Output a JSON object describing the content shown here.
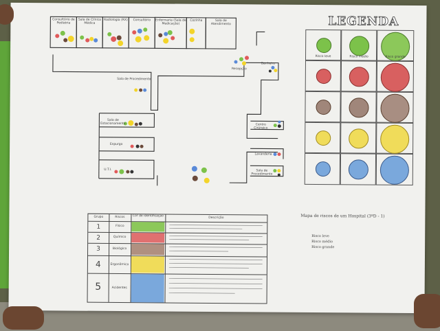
{
  "poster": {
    "legend_title": "LEGENDA",
    "map_title": "Mapa de riscos de um Hospital (3ºD - 1)",
    "rooms": {
      "consultorio_pediatria": "Consultório de Pediatria",
      "sala_clinica_medica": "Sala de Clínica Médica",
      "radiologia": "Radiologia (RX)",
      "consultorio": "Consultório",
      "enfermaria": "Enfermaria (Sala de Medicação)",
      "cozinha": "Cozinha",
      "sala_atendimento": "Sala de Atendimento",
      "recepcao": "Recepção",
      "banheiro": "Banheiro",
      "sala_procedimento_1": "Sala de Procedimento",
      "sala_estacionamento": "Sala de Estacionamento",
      "uti": "U.T.I.",
      "expurgo": "Expurgo",
      "centro_cirurgico": "Centro Cirúrgico",
      "lavanderia": "Lavanderia",
      "sala_procedimento_2": "Sala de Procedimento"
    },
    "legend_colors": [
      "#7cc24a",
      "#e05a5a",
      "#8a6a5a",
      "#f3d42a",
      "#5a8ad8"
    ],
    "table_headers": [
      "Grupo",
      "Riscos",
      "Cor de identificação",
      "Descrição"
    ],
    "table_groups": [
      "1",
      "2",
      "3",
      "4",
      "5"
    ],
    "table_risks": [
      "Físico",
      "Químico",
      "Biológico",
      "Ergonômico",
      "Acidentes"
    ],
    "table_colors": [
      "#7cc24a",
      "#e05a5a",
      "#a07a6a",
      "#f3d42a",
      "#5a8ad8"
    ],
    "severity_labels": [
      "Risco leve",
      "Risco médio",
      "Risco grande"
    ],
    "note_lines": [
      "Risco leve",
      "Risco médio",
      "Risco grande"
    ]
  }
}
